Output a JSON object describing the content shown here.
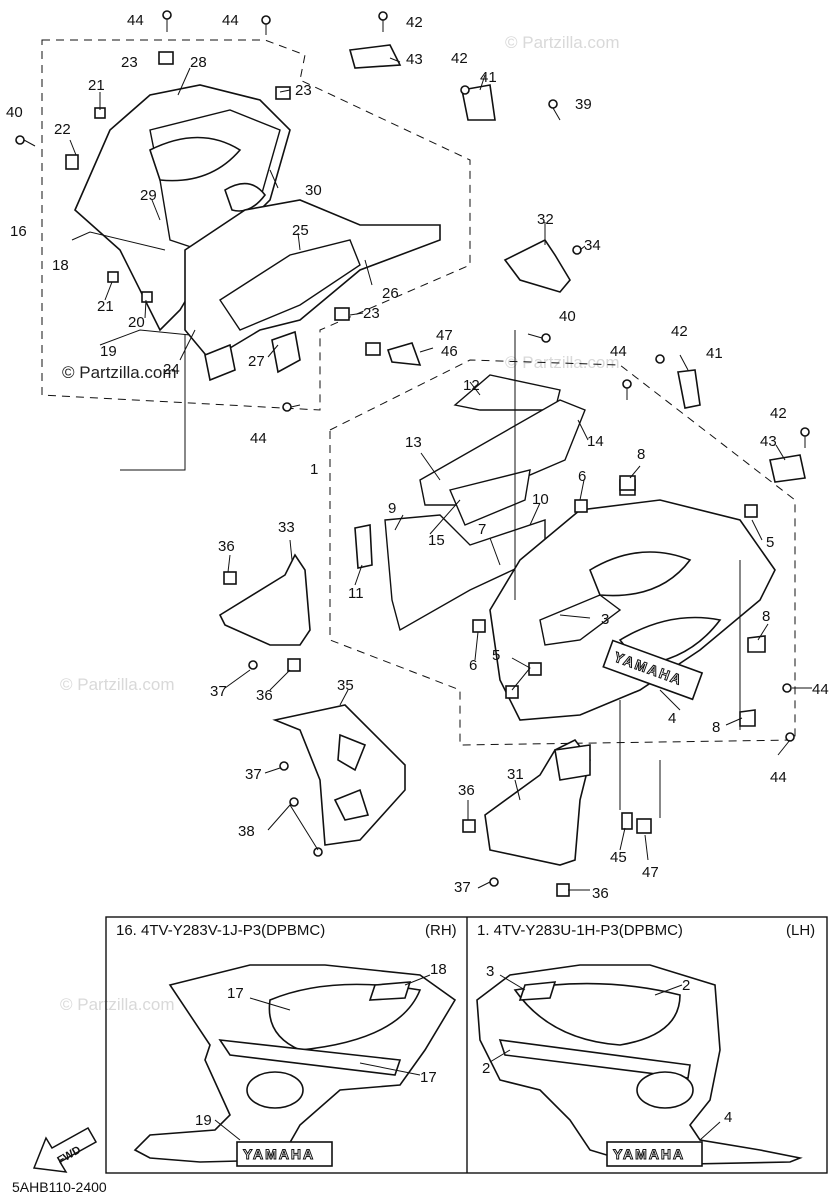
{
  "diagram": {
    "watermark_text": "© Partzilla.com",
    "drawing_code": "5AHB110-2400",
    "fwd_label": "FWD",
    "callouts": {
      "c1": "1",
      "c2": "2",
      "c3": "3",
      "c4": "4",
      "c5": "5",
      "c6": "6",
      "c7": "7",
      "c8": "8",
      "c9": "9",
      "c10": "10",
      "c11": "11",
      "c12": "12",
      "c13": "13",
      "c14": "14",
      "c15": "15",
      "c16": "16",
      "c17": "17",
      "c18": "18",
      "c19": "19",
      "c20": "20",
      "c21": "21",
      "c22": "22",
      "c23": "23",
      "c24": "24",
      "c25": "25",
      "c26": "26",
      "c27": "27",
      "c28": "28",
      "c29": "29",
      "c30": "30",
      "c31": "31",
      "c32": "32",
      "c33": "33",
      "c34": "34",
      "c35": "35",
      "c36": "36",
      "c37": "37",
      "c38": "38",
      "c39": "39",
      "c40": "40",
      "c41": "41",
      "c42": "42",
      "c43": "43",
      "c44": "44",
      "c45": "45",
      "c46": "46",
      "c47": "47"
    },
    "panel_rh": {
      "title": "16. 4TV-Y283V-1J-P3(DPBMC)",
      "side": "(RH)"
    },
    "panel_lh": {
      "title": "1. 4TV-Y283U-1H-P3(DPBMC)",
      "side": "(LH)"
    },
    "logo_text": "YAMAHA"
  }
}
